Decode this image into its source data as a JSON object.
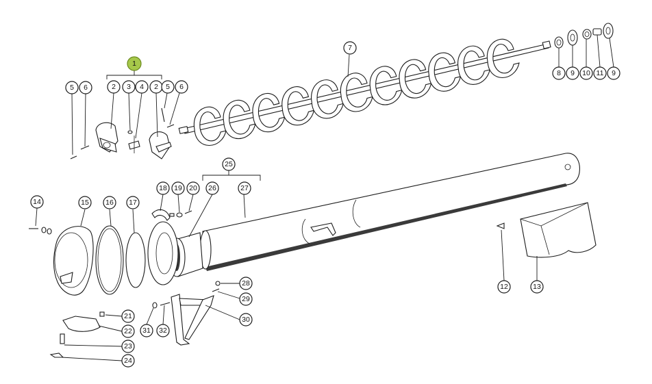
{
  "diagram": {
    "callouts": [
      {
        "id": "c1",
        "label": "1"
      },
      {
        "id": "c2a",
        "label": "2"
      },
      {
        "id": "c3",
        "label": "3"
      },
      {
        "id": "c4",
        "label": "4"
      },
      {
        "id": "c2b",
        "label": "2"
      },
      {
        "id": "c5a",
        "label": "5"
      },
      {
        "id": "c6a",
        "label": "6"
      },
      {
        "id": "c5b",
        "label": "5"
      },
      {
        "id": "c6b",
        "label": "6"
      },
      {
        "id": "c7",
        "label": "7"
      },
      {
        "id": "c8",
        "label": "8"
      },
      {
        "id": "c9a",
        "label": "9"
      },
      {
        "id": "c10",
        "label": "10"
      },
      {
        "id": "c11",
        "label": "11"
      },
      {
        "id": "c9b",
        "label": "9"
      },
      {
        "id": "c25",
        "label": "25"
      },
      {
        "id": "c14",
        "label": "14"
      },
      {
        "id": "c15",
        "label": "15"
      },
      {
        "id": "c16",
        "label": "16"
      },
      {
        "id": "c17",
        "label": "17"
      },
      {
        "id": "c18",
        "label": "18"
      },
      {
        "id": "c19",
        "label": "19"
      },
      {
        "id": "c20",
        "label": "20"
      },
      {
        "id": "c26",
        "label": "26"
      },
      {
        "id": "c27",
        "label": "27"
      },
      {
        "id": "c12",
        "label": "12"
      },
      {
        "id": "c13",
        "label": "13"
      },
      {
        "id": "c28",
        "label": "28"
      },
      {
        "id": "c29",
        "label": "29"
      },
      {
        "id": "c30",
        "label": "30"
      },
      {
        "id": "c21",
        "label": "21"
      },
      {
        "id": "c22",
        "label": "22"
      },
      {
        "id": "c23",
        "label": "23"
      },
      {
        "id": "c24",
        "label": "24"
      },
      {
        "id": "c31",
        "label": "31"
      },
      {
        "id": "c32",
        "label": "32"
      }
    ],
    "colors": {
      "highlight": "#a6c84a",
      "line": "#1a1a1a",
      "background": "#ffffff"
    }
  }
}
